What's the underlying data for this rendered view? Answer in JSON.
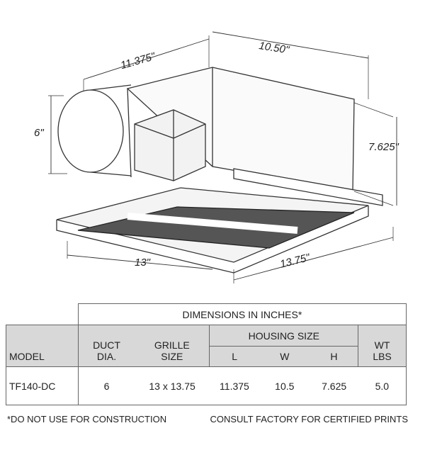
{
  "dimensions": {
    "length": "11.375\"",
    "width": "10.50\"",
    "duct": "6\"",
    "height": "7.625\"",
    "grille_width": "13\"",
    "grille_length": "13.75\""
  },
  "table": {
    "title": "DIMENSIONS IN INCHES*",
    "headers": {
      "model": "MODEL",
      "duct_1": "DUCT",
      "duct_2": "DIA.",
      "grille_1": "GRILLE",
      "grille_2": "SIZE",
      "housing": "HOUSING SIZE",
      "l": "L",
      "w": "W",
      "h": "H",
      "wt_1": "WT",
      "wt_2": "LBS"
    },
    "rows": [
      {
        "model": "TF140-DC",
        "duct": "6",
        "grille": "13 x 13.75",
        "l": "11.375",
        "w": "10.5",
        "h": "7.625",
        "wt": "5.0"
      }
    ]
  },
  "notes": {
    "left": "*DO NOT USE FOR CONSTRUCTION",
    "right": "CONSULT FACTORY FOR CERTIFIED PRINTS"
  }
}
